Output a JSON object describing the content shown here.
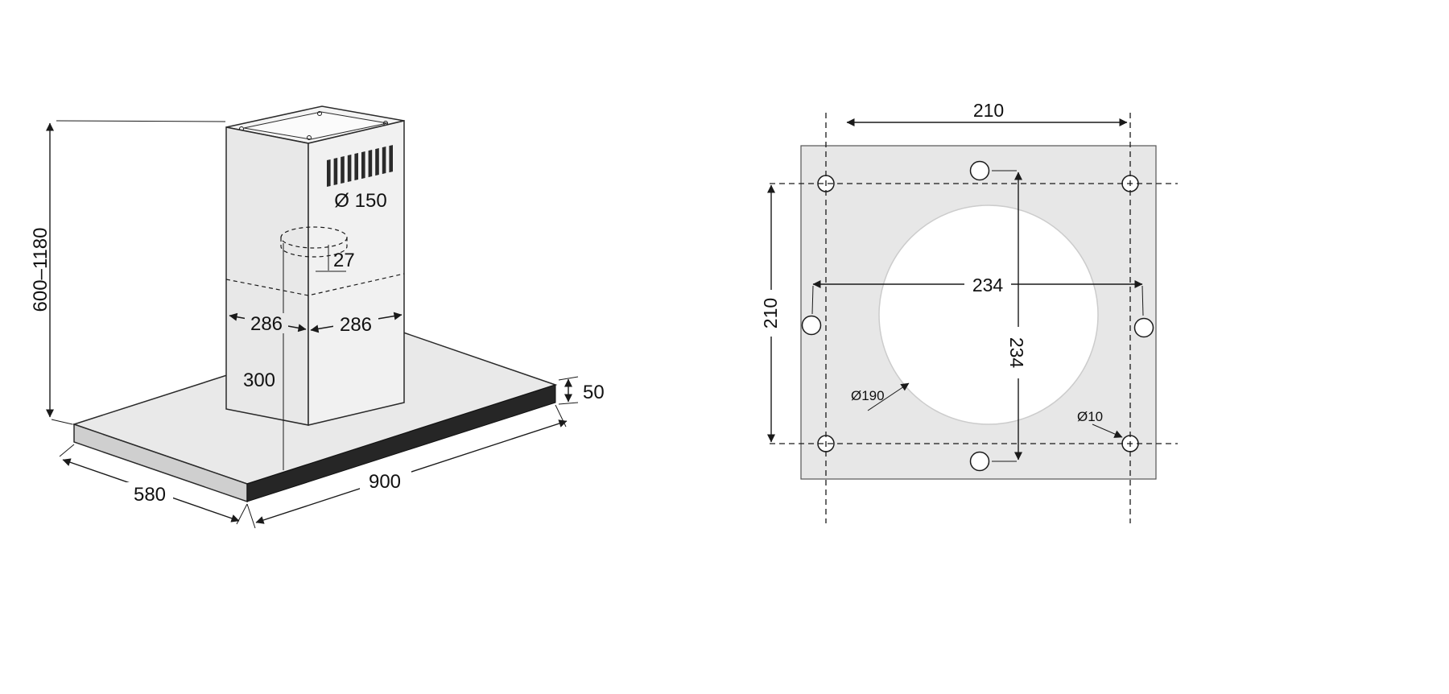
{
  "diagram": {
    "title": "cooker-hood-dimension-drawing",
    "colors": {
      "background": "#ffffff",
      "line": "#1a1a1a",
      "chimney_top": "#f4f4f4",
      "chimney_left_face": "#e8e8e8",
      "chimney_right_face": "#f1f1f1",
      "slab_top": "#e9e9e9",
      "slab_side": "#cfcfcf",
      "slab_front": "#262626",
      "plate_fill": "#e7e7e7",
      "cutout_fill": "#ffffff"
    },
    "isometric_view": {
      "height_range": "600–1180",
      "duct_diameter": "Ø 150",
      "duct_offset": "27",
      "chimney_depth": "286",
      "chimney_width": "286",
      "chimney_section_height": "300",
      "body_thickness": "50",
      "body_width": "900",
      "body_depth": "580"
    },
    "template_view": {
      "top_spacing": "210",
      "side_spacing": "210",
      "horizontal_hole_spacing": "234",
      "vertical_hole_spacing": "234",
      "cutout_diameter": "Ø190",
      "mount_hole_diameter": "Ø10"
    }
  }
}
